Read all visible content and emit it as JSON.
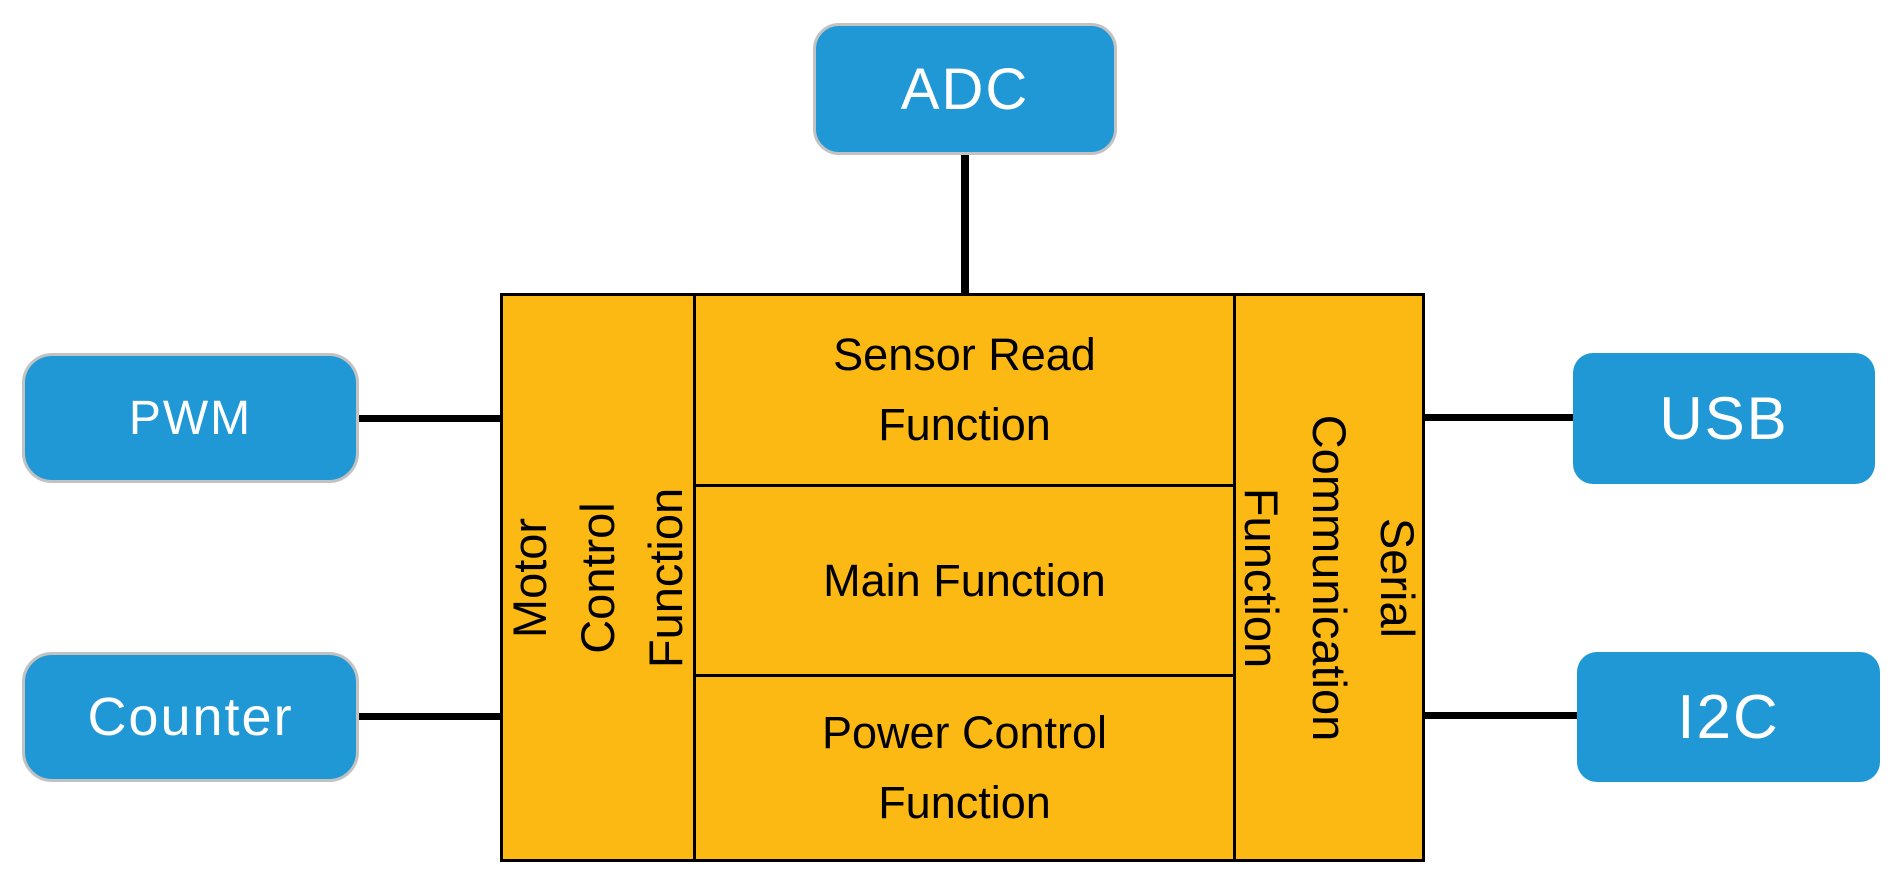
{
  "nodes": {
    "adc": {
      "label": "ADC"
    },
    "pwm": {
      "label": "PWM"
    },
    "counter": {
      "label": "Counter"
    },
    "usb": {
      "label": "USB"
    },
    "i2c": {
      "label": "I2C"
    }
  },
  "core": {
    "motor": {
      "label": "Motor Control\nFunction"
    },
    "sensor": {
      "label": "Sensor Read\nFunction"
    },
    "main": {
      "label": "Main Function"
    },
    "power": {
      "label": "Power Control\nFunction"
    },
    "serial": {
      "label": "Serial Communication\nFunction"
    }
  },
  "colors": {
    "background": "#FFFFFF",
    "node_fill": "#2098D6",
    "node_border": "#C2C2C2",
    "node_text": "#FFFFFF",
    "core_fill": "#FDB913",
    "core_border": "#000000",
    "core_text": "#000000",
    "connector": "#000000"
  }
}
